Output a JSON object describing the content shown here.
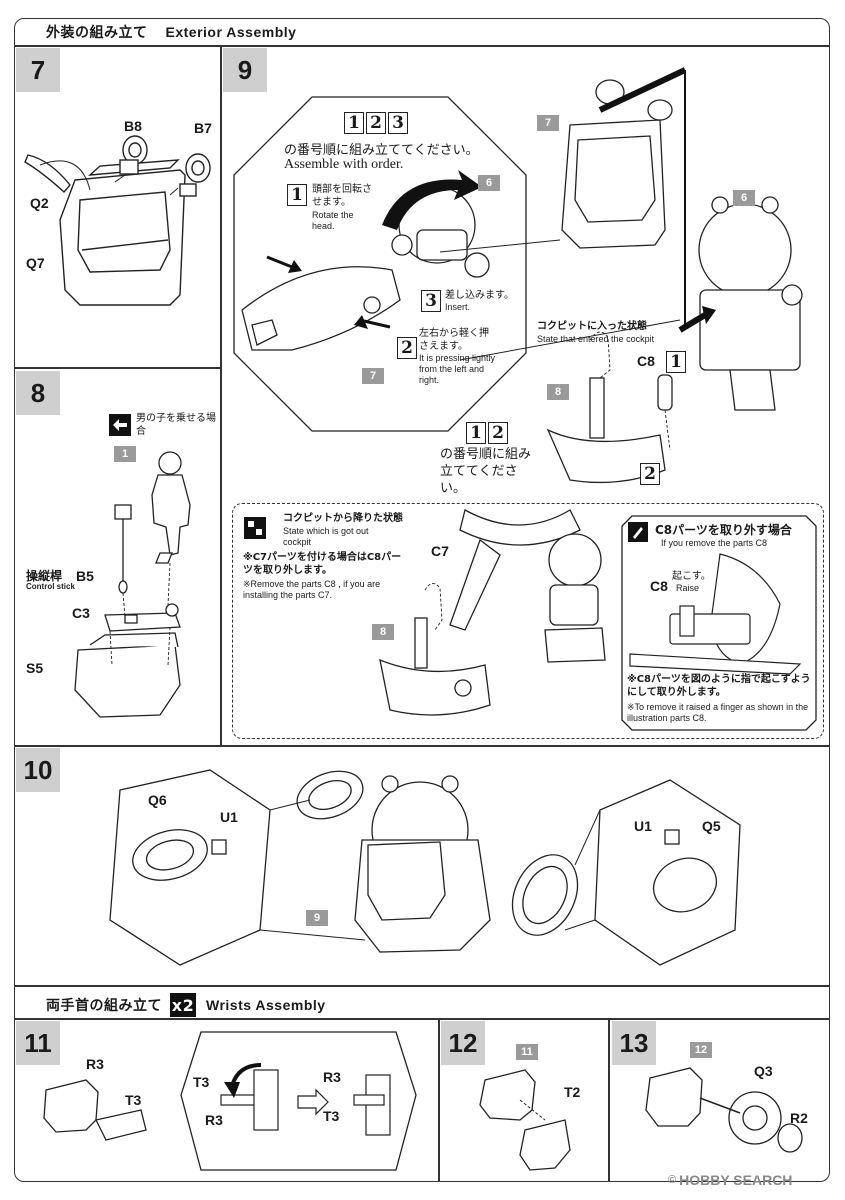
{
  "exterior": {
    "title_jp": "外装の組み立て",
    "title_en": "Exterior Assembly"
  },
  "step7": {
    "num": "7",
    "parts": [
      "B8",
      "B7",
      "Q2",
      "Q7"
    ]
  },
  "step8": {
    "num": "8",
    "note_jp": "男の子を乗せる場合",
    "tag": "1",
    "stick_jp": "操縦桿",
    "stick_en": "Control stick",
    "parts": [
      "B5",
      "C3",
      "S5"
    ]
  },
  "step9": {
    "num": "9",
    "order_boxes": [
      "1",
      "2",
      "3"
    ],
    "order_jp": "の番号順に組み立ててください。",
    "order_en": "Assemble with order.",
    "sub1_jp": "頭部を回転させます。",
    "sub1_en": "Rotate the head.",
    "sub2_jp": "左右から軽く押さえます。",
    "sub2_en": "It is pressing lightly from the left and right.",
    "sub3_jp": "差し込みます。",
    "sub3_en": "Insert.",
    "tag6": "6",
    "tag7": "7",
    "cockpit_jp": "コクピットに入った状態",
    "cockpit_en": "State that entered the cockpit",
    "c8": "C8",
    "tag8": "8",
    "order2_boxes": [
      "1",
      "2"
    ],
    "order2_jp": "の番号順に組み立ててください。",
    "out_jp": "コクピットから降りた状態",
    "out_en": "State which is got out cockpit",
    "c7note_jp": "※C7パーツを付ける場合はC8パーツを取り外します。",
    "c7note_en": "※Remove the parts C8 , if you are installing the parts C7.",
    "c7": "C7",
    "remove_jp": "C8パーツを取り外す場合",
    "remove_en": "If you remove the parts C8",
    "raise_jp": "起こす。",
    "raise_en": "Raise",
    "remove_note_jp": "※C8パーツを図のように指で起こすようにして取り外します。",
    "remove_note_en": "※To remove it raised a finger as shown in the illustration parts C8."
  },
  "step10": {
    "num": "10",
    "parts_left": [
      "Q6",
      "U1"
    ],
    "parts_right": [
      "U1",
      "Q5"
    ],
    "tag": "9"
  },
  "wrists": {
    "title_jp": "両手首の組み立て",
    "multiplier": "x2",
    "title_en": "Wrists Assembly"
  },
  "step11": {
    "num": "11",
    "parts": [
      "R3",
      "T3"
    ],
    "detail": [
      "T3",
      "R3",
      "R3",
      "T3"
    ]
  },
  "step12": {
    "num": "12",
    "tag": "11",
    "parts": [
      "T2"
    ]
  },
  "step13": {
    "num": "13",
    "tag": "12",
    "parts": [
      "Q3",
      "R2"
    ]
  },
  "watermark": "HOBBY SEARCH",
  "copyright": "©"
}
